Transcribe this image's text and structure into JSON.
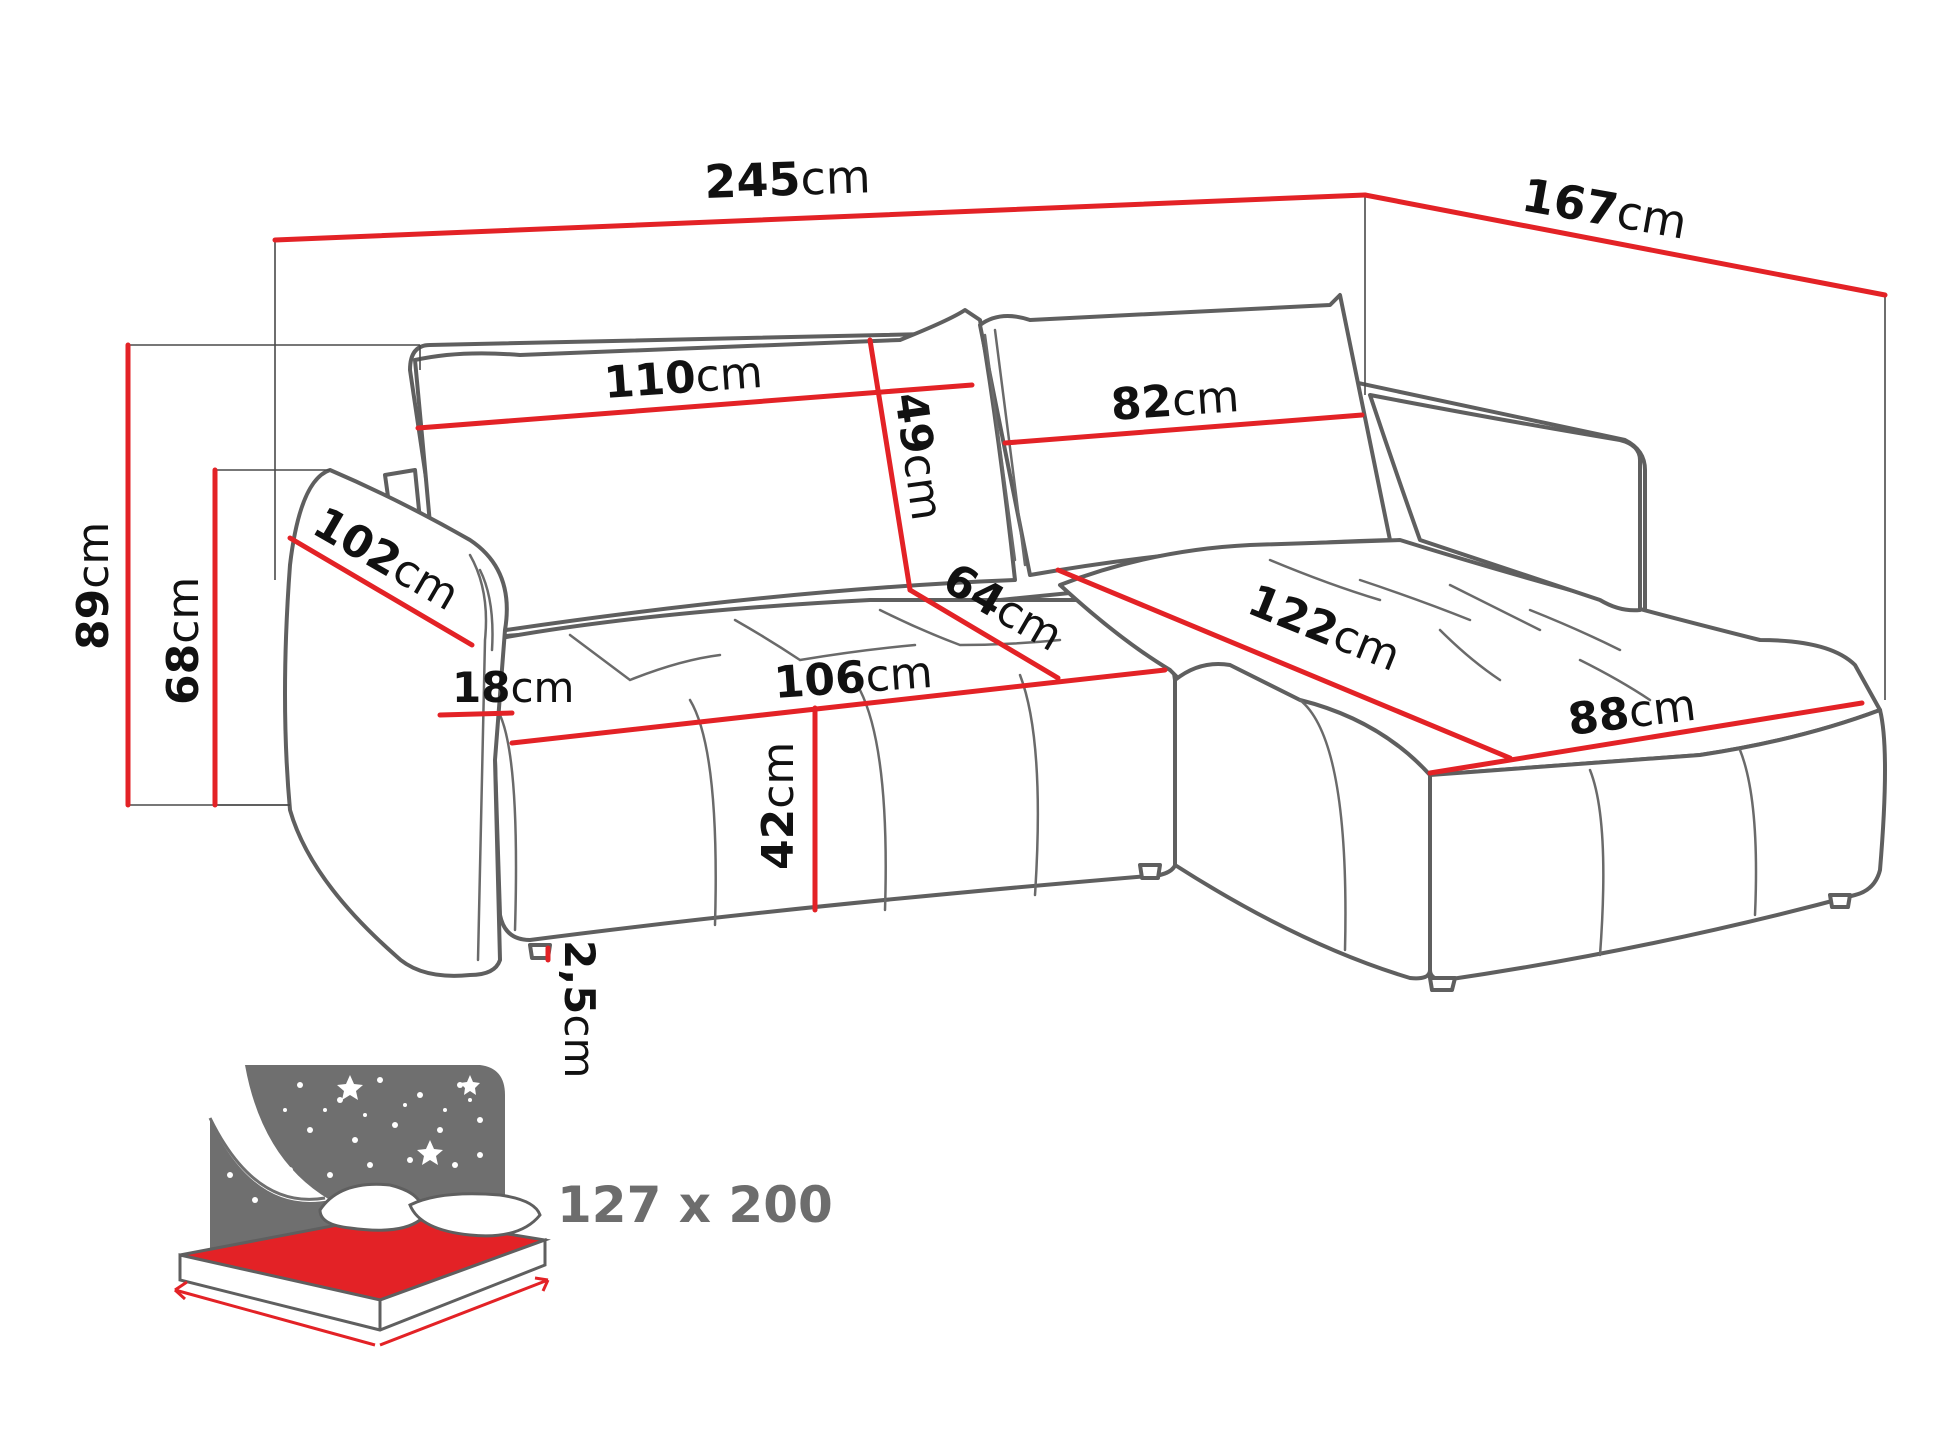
{
  "colors": {
    "dimension_line": "#e32226",
    "outline": "#5f5f5f",
    "text": "#111111",
    "icon_text": "#6d6d6d",
    "icon_grey": "#6f6f6f",
    "icon_red": "#e32226"
  },
  "dimensions": {
    "total_width": {
      "value": "245",
      "unit": "cm"
    },
    "chaise_depth": {
      "value": "167",
      "unit": "cm"
    },
    "back_cushion_left_width": {
      "value": "110",
      "unit": "cm"
    },
    "back_cushion_height": {
      "value": "49",
      "unit": "cm"
    },
    "back_cushion_right_width": {
      "value": "82",
      "unit": "cm"
    },
    "armrest_depth": {
      "value": "102",
      "unit": "cm"
    },
    "total_height": {
      "value": "89",
      "unit": "cm"
    },
    "armrest_height": {
      "value": "68",
      "unit": "cm"
    },
    "armrest_width": {
      "value": "18",
      "unit": "cm"
    },
    "seat_width": {
      "value": "106",
      "unit": "cm"
    },
    "seat_depth": {
      "value": "64",
      "unit": "cm"
    },
    "chaise_length": {
      "value": "122",
      "unit": "cm"
    },
    "chaise_width": {
      "value": "88",
      "unit": "cm"
    },
    "seat_height": {
      "value": "42",
      "unit": "cm"
    },
    "leg_height": {
      "value": "2,5",
      "unit": "cm"
    }
  },
  "sleeping_area": {
    "icon": "bed-night-icon",
    "label": "127 x 200"
  }
}
